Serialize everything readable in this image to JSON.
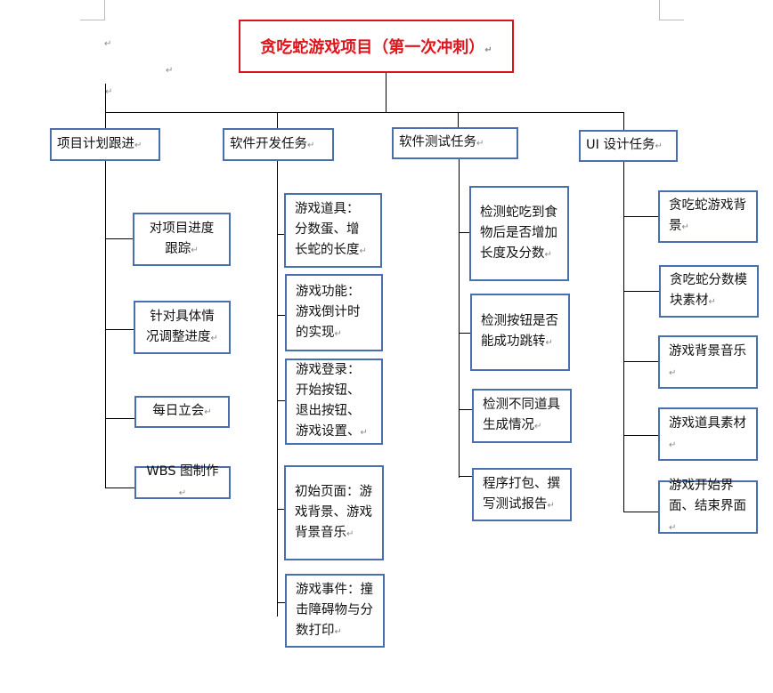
{
  "title": "贪吃蛇游戏项目（第一次冲刺）",
  "branches": [
    {
      "label": "项目计划跟进",
      "children": [
        "对项目进度跟踪",
        "针对具体情况调整进度",
        "每日立会",
        "WBS 图制作"
      ]
    },
    {
      "label": "软件开发任务",
      "children": [
        "游戏道具：分数蛋、增长蛇的长度",
        "游戏功能：游戏倒计时的实现",
        "游戏登录：开始按钮、退出按钮、游戏设置、",
        "初始页面：游戏背景、游戏背景音乐",
        "游戏事件：撞击障碍物与分数打印"
      ]
    },
    {
      "label": "软件测试任务",
      "children": [
        "检测蛇吃到食物后是否增加长度及分数",
        "检测按钮是否能成功跳转",
        "检测不同道具生成情况",
        "程序打包、撰写测试报告"
      ]
    },
    {
      "label": "UI 设计任务",
      "children": [
        "贪吃蛇游戏背景",
        "贪吃蛇分数模块素材",
        "游戏背景音乐",
        "游戏道具素材",
        "游戏开始界面、结束界面"
      ]
    }
  ],
  "colors": {
    "title": "#e0141b",
    "box_border": "#4a6fae"
  }
}
